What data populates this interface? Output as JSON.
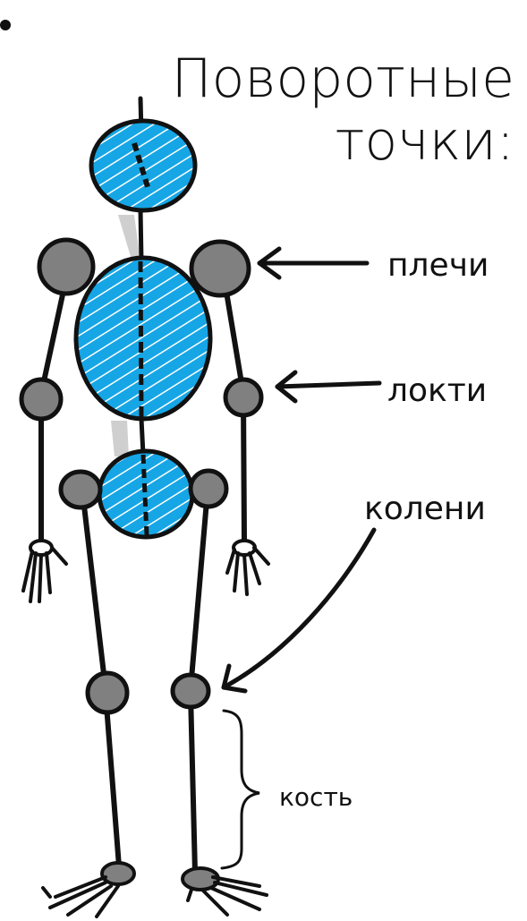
{
  "title": {
    "line1": "Поворотные",
    "line2": "точки:"
  },
  "labels": {
    "shoulders": "плечи",
    "elbows": "локти",
    "knees": "колени",
    "bone": "кость"
  },
  "colors": {
    "body_blue": "#16a6e6",
    "joint_gray": "#808080",
    "stroke": "#111111",
    "spine_shadow": "#cfcfcf"
  }
}
